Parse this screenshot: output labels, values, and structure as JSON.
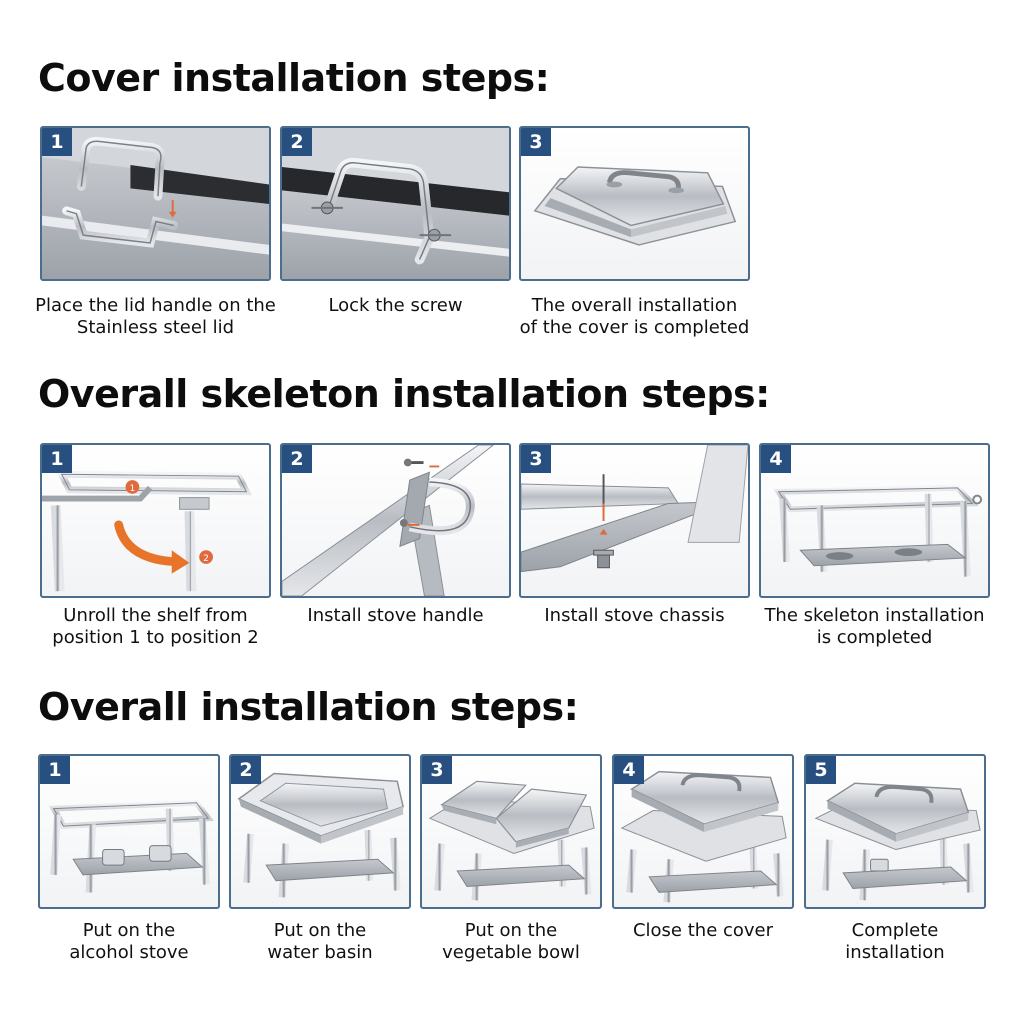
{
  "sections": [
    {
      "heading": "Cover installation steps:",
      "steps": [
        {
          "number": "1",
          "caption": [
            "Place the lid handle on the",
            "Stainless steel lid"
          ]
        },
        {
          "number": "2",
          "caption": [
            "Lock the screw"
          ]
        },
        {
          "number": "3",
          "caption": [
            "The overall installation",
            "of the cover is completed"
          ]
        }
      ]
    },
    {
      "heading": "Overall skeleton installation steps:",
      "steps": [
        {
          "number": "1",
          "caption": [
            "Unroll the shelf from",
            "position 1 to position 2"
          ]
        },
        {
          "number": "2",
          "caption": [
            "Install stove handle"
          ]
        },
        {
          "number": "3",
          "caption": [
            "Install stove chassis"
          ]
        },
        {
          "number": "4",
          "caption": [
            "The skeleton installation",
            "is completed"
          ]
        }
      ]
    },
    {
      "heading": "Overall installation steps:",
      "steps": [
        {
          "number": "1",
          "caption": [
            "Put on the",
            "alcohol stove"
          ]
        },
        {
          "number": "2",
          "caption": [
            "Put on the",
            "water basin"
          ]
        },
        {
          "number": "3",
          "caption": [
            "Put on the",
            "vegetable bowl"
          ]
        },
        {
          "number": "4",
          "caption": [
            "Close the cover"
          ]
        },
        {
          "number": "5",
          "caption": [
            "Complete",
            "installation"
          ]
        }
      ]
    }
  ],
  "illustrations": {
    "position_markers": [
      "1",
      "2"
    ]
  },
  "colors": {
    "badge": "#274f7f",
    "frame": "#4b6d8e",
    "arrow": "#e8742a",
    "marker": "#e06a3d"
  }
}
